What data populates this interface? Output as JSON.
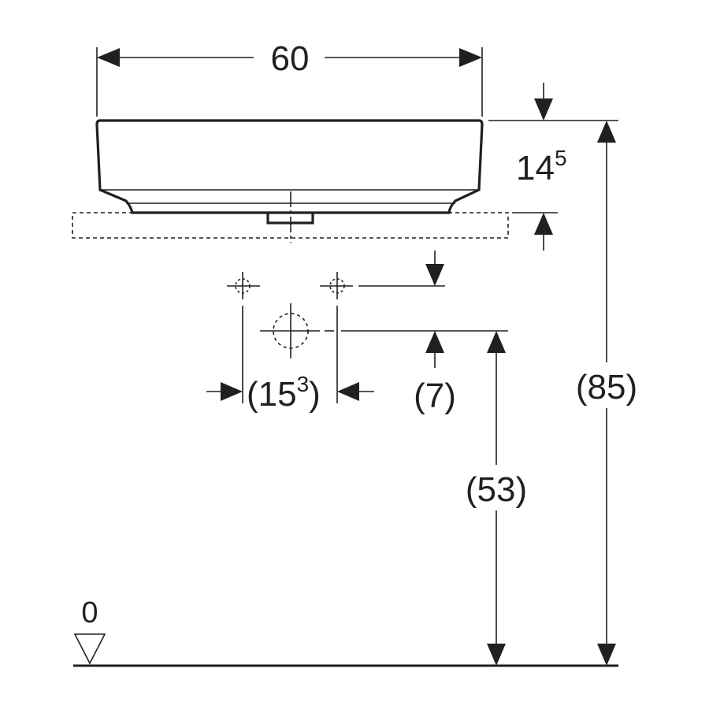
{
  "drawing": {
    "width_label": "60",
    "depth_label_main": "14",
    "depth_label_sup": "5",
    "tap_spacing_main": "(15",
    "tap_spacing_sup": "3",
    "tap_spacing_close": ")",
    "tap_offset_label": "(7)",
    "waste_height_label": "(53)",
    "overall_height_label": "(85)",
    "floor_label": "0"
  },
  "colors": {
    "line": "#231f20",
    "background": "#ffffff"
  }
}
